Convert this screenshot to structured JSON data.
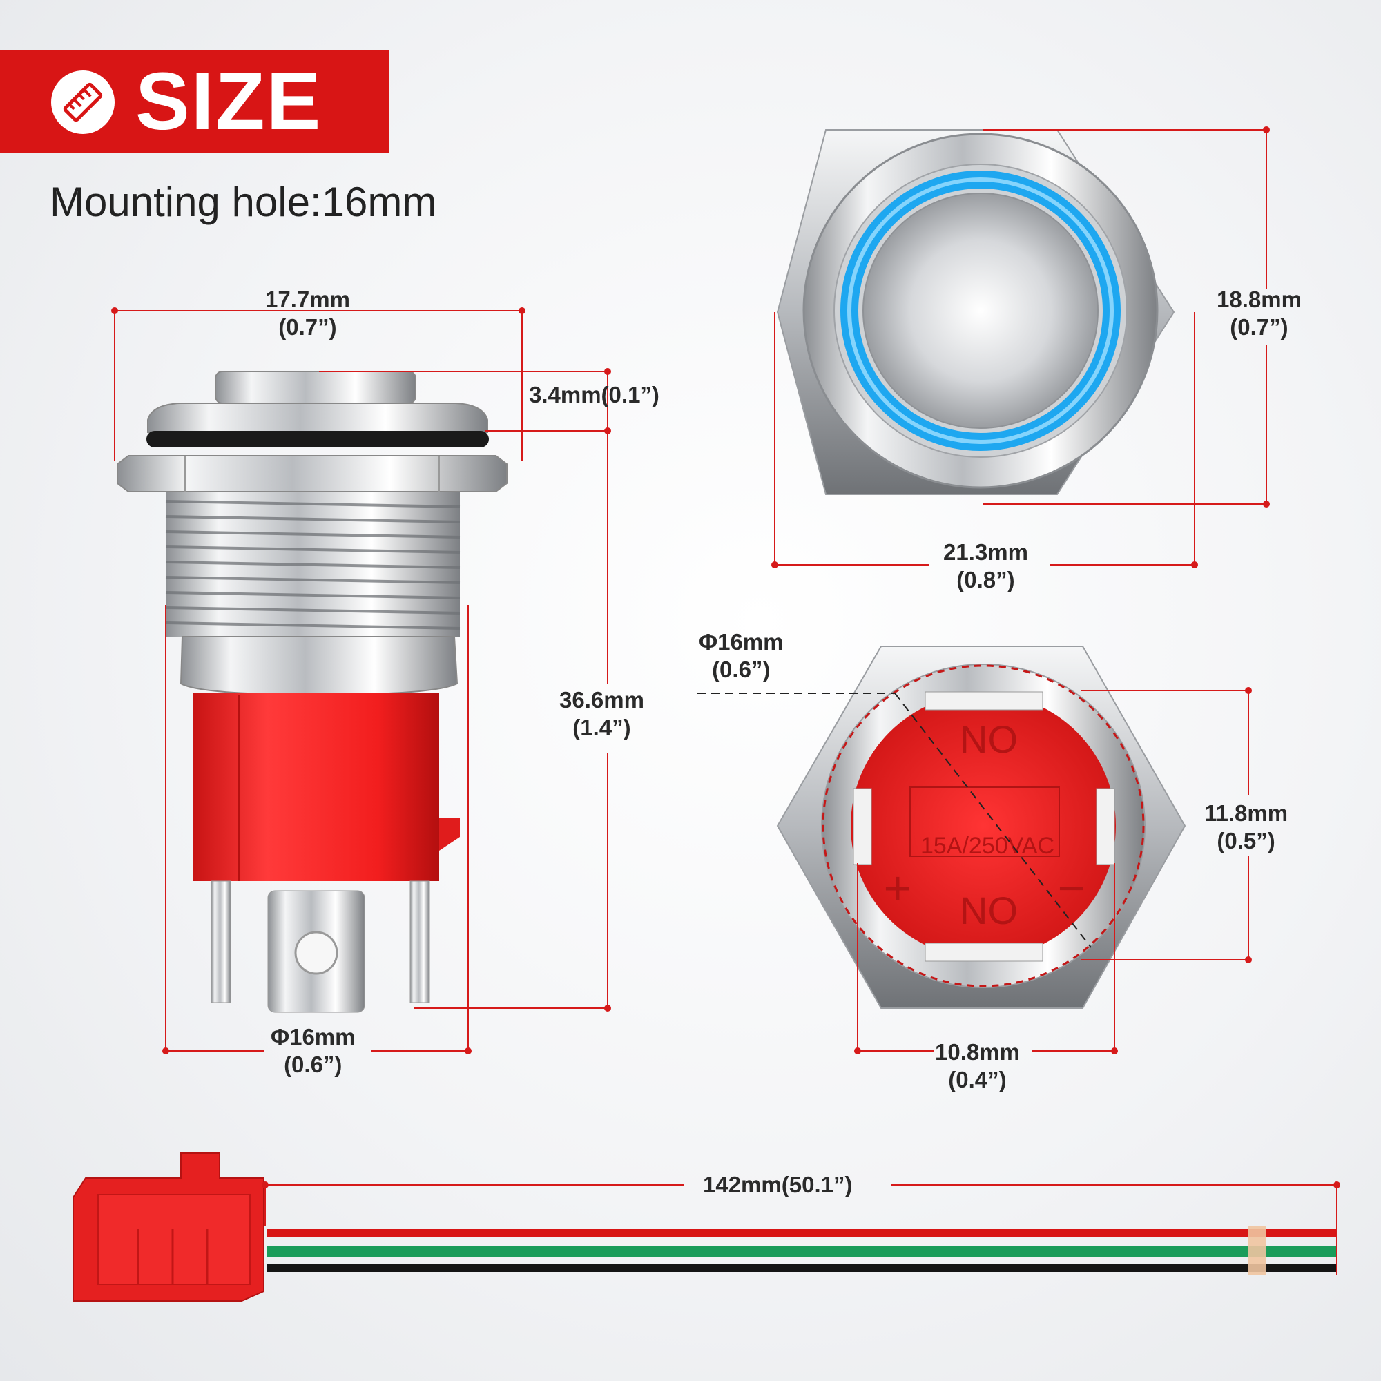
{
  "header": {
    "title": "SIZE",
    "icon": "ruler-icon",
    "accent_color": "#d81515"
  },
  "subtitle": "Mounting hole:16mm",
  "side_view": {
    "width": {
      "mm": "17.7mm",
      "in": "(0.7”)"
    },
    "head_height": "3.4mm(0.1”)",
    "length": {
      "mm": "36.6mm",
      "in": "(1.4”)"
    },
    "thread_diameter": {
      "mm": "Φ16mm",
      "in": "(0.6”)"
    }
  },
  "top_view": {
    "height": {
      "mm": "18.8mm",
      "in": "(0.7”)"
    },
    "width": {
      "mm": "21.3mm",
      "in": "(0.8”)"
    },
    "ring_color": "#1ea7f0"
  },
  "back_view": {
    "diameter": {
      "mm": "Φ16mm",
      "in": "(0.6”)"
    },
    "height": {
      "mm": "11.8mm",
      "in": "(0.5”)"
    },
    "width": {
      "mm": "10.8mm",
      "in": "(0.4”)"
    },
    "terminal_label_top": "NO",
    "terminal_label_bottom": "NO",
    "rating": "15A/250VAC",
    "plus": "+",
    "minus": "−"
  },
  "cable": {
    "length": "142mm(50.1”)"
  }
}
